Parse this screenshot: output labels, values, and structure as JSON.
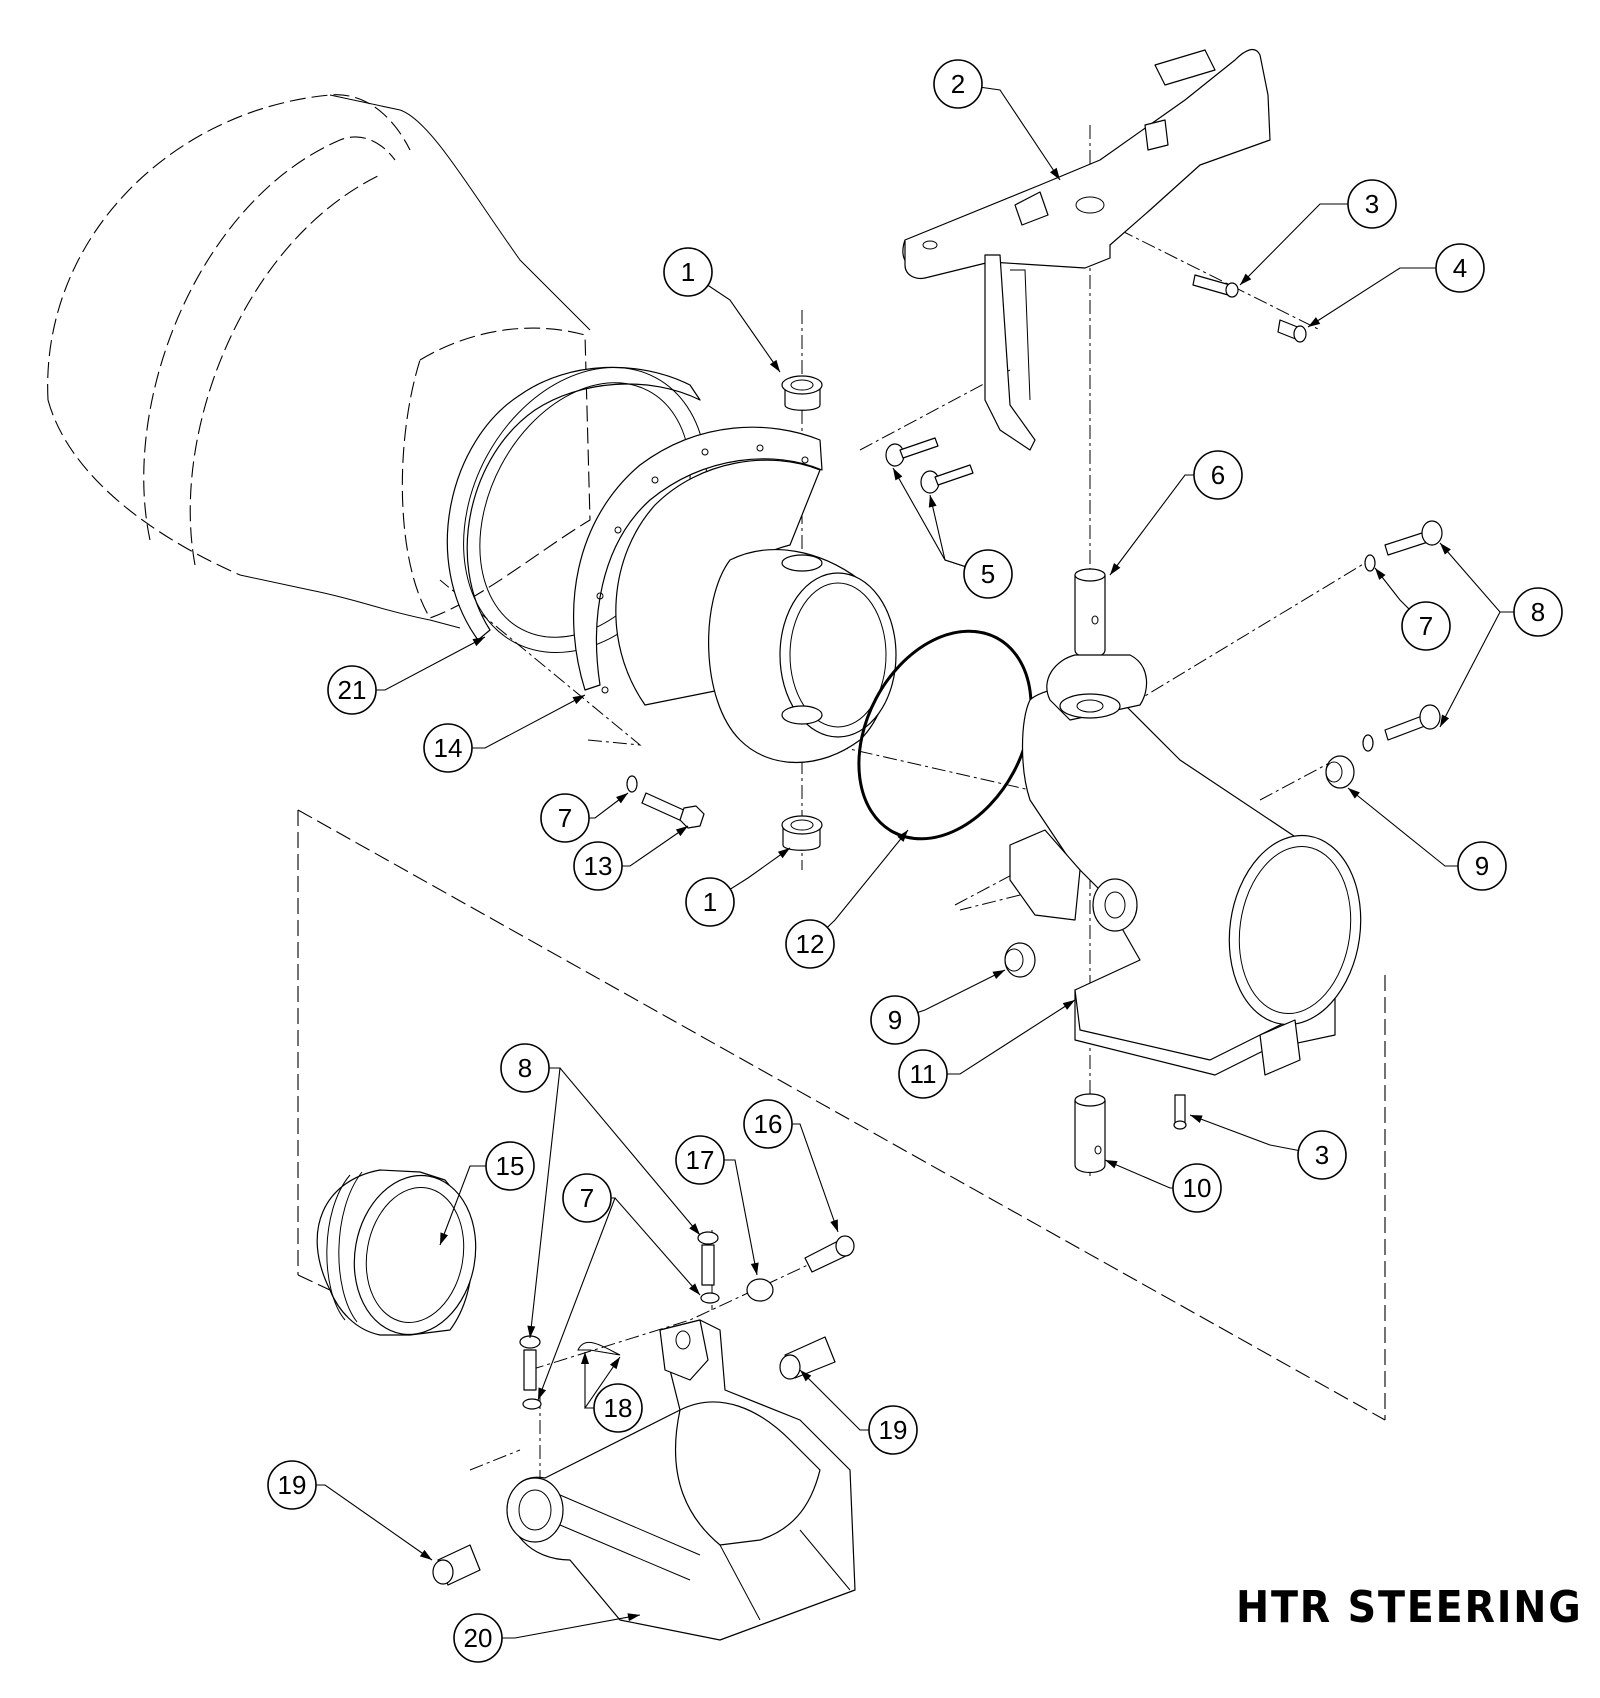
{
  "title": "HTR STEERING",
  "callouts": [
    {
      "id": "c1a",
      "label": "1"
    },
    {
      "id": "c1b",
      "label": "1"
    },
    {
      "id": "c2",
      "label": "2"
    },
    {
      "id": "c3a",
      "label": "3"
    },
    {
      "id": "c3b",
      "label": "3"
    },
    {
      "id": "c4",
      "label": "4"
    },
    {
      "id": "c5",
      "label": "5"
    },
    {
      "id": "c6",
      "label": "6"
    },
    {
      "id": "c7a",
      "label": "7"
    },
    {
      "id": "c7b",
      "label": "7"
    },
    {
      "id": "c7c",
      "label": "7"
    },
    {
      "id": "c8a",
      "label": "8"
    },
    {
      "id": "c8b",
      "label": "8"
    },
    {
      "id": "c9a",
      "label": "9"
    },
    {
      "id": "c9b",
      "label": "9"
    },
    {
      "id": "c10",
      "label": "10"
    },
    {
      "id": "c11",
      "label": "11"
    },
    {
      "id": "c12",
      "label": "12"
    },
    {
      "id": "c13",
      "label": "13"
    },
    {
      "id": "c14",
      "label": "14"
    },
    {
      "id": "c15",
      "label": "15"
    },
    {
      "id": "c16",
      "label": "16"
    },
    {
      "id": "c17",
      "label": "17"
    },
    {
      "id": "c18",
      "label": "18"
    },
    {
      "id": "c19a",
      "label": "19"
    },
    {
      "id": "c19b",
      "label": "19"
    },
    {
      "id": "c20",
      "label": "20"
    },
    {
      "id": "c21",
      "label": "21"
    }
  ]
}
